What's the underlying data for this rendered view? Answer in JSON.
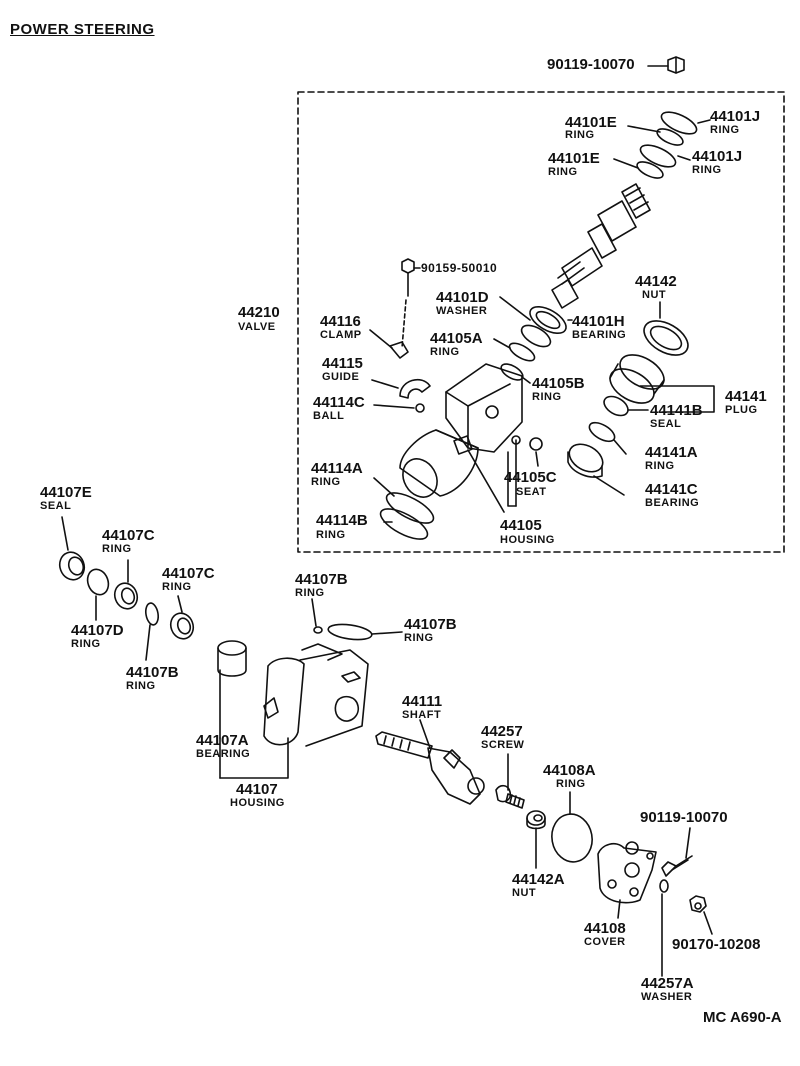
{
  "title": "POWER STEERING",
  "footer": "MC  A690-A",
  "parts": {
    "p90119_10070_top": {
      "no": "90119-10070"
    },
    "p44101E_a": {
      "no": "44101E",
      "name": "RING"
    },
    "p44101J_a": {
      "no": "44101J",
      "name": "RING"
    },
    "p44101E_b": {
      "no": "44101E",
      "name": "RING"
    },
    "p44101J_b": {
      "no": "44101J",
      "name": "RING"
    },
    "p90159_50010": {
      "no": "90159-50010"
    },
    "p44210": {
      "no": "44210",
      "name": "VALVE"
    },
    "p44101D": {
      "no": "44101D",
      "name": "WASHER"
    },
    "p44101H": {
      "no": "44101H",
      "name": "BEARING"
    },
    "p44142": {
      "no": "44142",
      "name": "NUT"
    },
    "p44116": {
      "no": "44116",
      "name": "CLAMP"
    },
    "p44105A": {
      "no": "44105A",
      "name": "RING"
    },
    "p44115": {
      "no": "44115",
      "name": "GUIDE"
    },
    "p44105B": {
      "no": "44105B",
      "name": "RING"
    },
    "p44141": {
      "no": "44141",
      "name": "PLUG"
    },
    "p44141B": {
      "no": "44141B",
      "name": "SEAL"
    },
    "p44114C": {
      "no": "44114C",
      "name": "BALL"
    },
    "p44141A": {
      "no": "44141A",
      "name": "RING"
    },
    "p44114A": {
      "no": "44114A",
      "name": "RING"
    },
    "p44105C": {
      "no": "44105C",
      "name": "SEAT"
    },
    "p44141C": {
      "no": "44141C",
      "name": "BEARING"
    },
    "p44114B": {
      "no": "44114B",
      "name": "RING"
    },
    "p44105": {
      "no": "44105",
      "name": "HOUSING"
    },
    "p44107E": {
      "no": "44107E",
      "name": "SEAL"
    },
    "p44107C_a": {
      "no": "44107C",
      "name": "RING"
    },
    "p44107C_b": {
      "no": "44107C",
      "name": "RING"
    },
    "p44107B_a": {
      "no": "44107B",
      "name": "RING"
    },
    "p44107B_b": {
      "no": "44107B",
      "name": "RING"
    },
    "p44107D": {
      "no": "44107D",
      "name": "RING"
    },
    "p44107B_c": {
      "no": "44107B",
      "name": "RING"
    },
    "p44111": {
      "no": "44111",
      "name": "SHAFT"
    },
    "p44257": {
      "no": "44257",
      "name": "SCREW"
    },
    "p44107A": {
      "no": "44107A",
      "name": "BEARING"
    },
    "p44108A": {
      "no": "44108A",
      "name": "RING"
    },
    "p44107": {
      "no": "44107",
      "name": "HOUSING"
    },
    "p90119_10070_b": {
      "no": "90119-10070"
    },
    "p44142A": {
      "no": "44142A",
      "name": "NUT"
    },
    "p44108": {
      "no": "44108",
      "name": "COVER"
    },
    "p90170_10208": {
      "no": "90170-10208"
    },
    "p44257A": {
      "no": "44257A",
      "name": "WASHER"
    }
  }
}
